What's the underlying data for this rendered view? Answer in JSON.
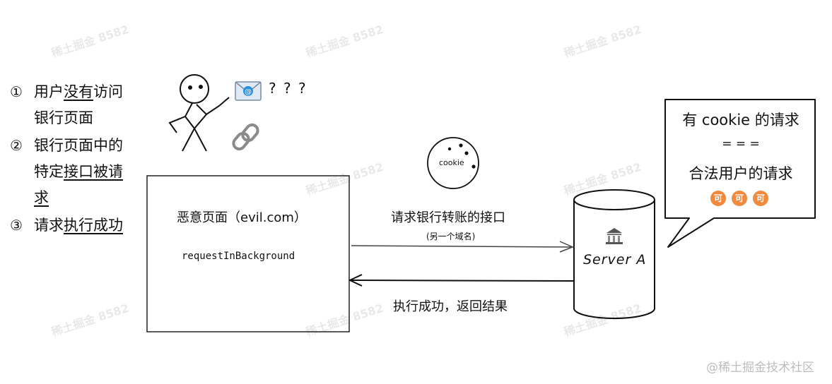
{
  "steps": [
    {
      "num": "①",
      "pre": "用户",
      "u": "没有",
      "post": "访问",
      "line2": "银行页面"
    },
    {
      "num": "②",
      "line1": "银行页面中的",
      "l2pre": "特定",
      "l2u": "接口被请",
      "line3u": "求"
    },
    {
      "num": "③",
      "pre": "请求",
      "u": "执行成功"
    }
  ],
  "icons": {
    "user": "stick-figure-icon",
    "mail": "email-icon",
    "link": "link-icon",
    "bank": "bank-icon",
    "cookie": "cookie-icon"
  },
  "question_marks": "? ? ?",
  "evil_box": {
    "title": "恶意页面（evil.com）",
    "code": "requestInBackground"
  },
  "cookie_label": "cookie",
  "request_arrow": {
    "label": "请求银行转账的接口",
    "sublabel": "(另一个域名)"
  },
  "response_arrow": {
    "label": "执行成功，返回结果"
  },
  "server": {
    "label": "Server A"
  },
  "bubble": {
    "line1": "有 cookie 的请求",
    "line2": "= = =",
    "line3": "合法用户的请求",
    "badges": [
      "可",
      "可",
      "可"
    ]
  },
  "watermark_text": "稀土掘金 8582",
  "footer": "@稀土掘金技术社区"
}
